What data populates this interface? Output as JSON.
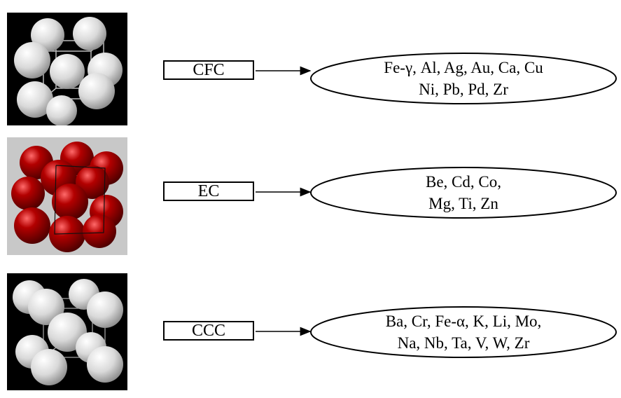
{
  "colors": {
    "tile_dark_bg": "#000000",
    "tile_light_bg": "#c8c8c8",
    "atom_white": "#e6e6e6",
    "atom_red": "#8b0000"
  },
  "rows": [
    {
      "structure_label": "CFC",
      "atom_style": "white-spheres-on-black",
      "elements_line1": "Fe-γ, Al, Ag, Au, Ca, Cu",
      "elements_line2": "Ni, Pb, Pd, Zr"
    },
    {
      "structure_label": "EC",
      "atom_style": "red-spheres-on-gray",
      "elements_line1": "Be, Cd, Co,",
      "elements_line2": "Mg, Ti, Zn"
    },
    {
      "structure_label": "CCC",
      "atom_style": "white-spheres-on-black",
      "elements_line1": "Ba, Cr, Fe-α, K, Li, Mo,",
      "elements_line2": "Na, Nb, Ta, V, W, Zr"
    }
  ]
}
